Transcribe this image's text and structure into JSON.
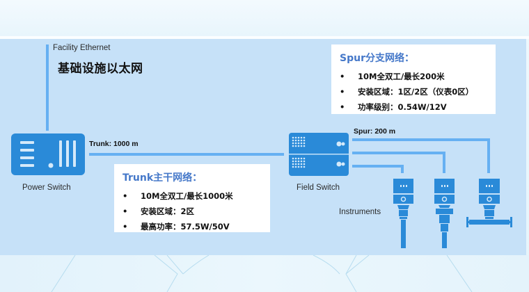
{
  "diagram": {
    "facility": {
      "label_en": "Facility Ethernet",
      "label_cn": "基础设施以太网"
    },
    "power_switch": {
      "label": "Power Switch",
      "icon": "power-switch-icon"
    },
    "trunk": {
      "label": "Trunk: 1000 m",
      "card": {
        "title": "Trunk主干网络：",
        "items": [
          "10M全双工/最长1000米",
          "安装区域：2区",
          "最高功率：57.5W/50V"
        ]
      }
    },
    "field_switch": {
      "label": "Field Switch",
      "icon": "field-switch-icon"
    },
    "spur": {
      "label": "Spur: 200 m",
      "card": {
        "title": "Spur分支网络：",
        "items": [
          "10M全双工/最长200米",
          "安装区域：1区/2区（仪表0区）",
          "功率级别：0.54W/12V"
        ]
      }
    },
    "instruments": {
      "label": "Instruments",
      "items": [
        "pressure-transmitter",
        "level-transmitter",
        "flow-meter"
      ]
    },
    "bullet": "•",
    "colors": {
      "panel_bg": "#c6e1f8",
      "device_blue": "#2a8ad8",
      "line_blue": "#66b0f2",
      "card_title_blue": "#4578c9"
    }
  }
}
